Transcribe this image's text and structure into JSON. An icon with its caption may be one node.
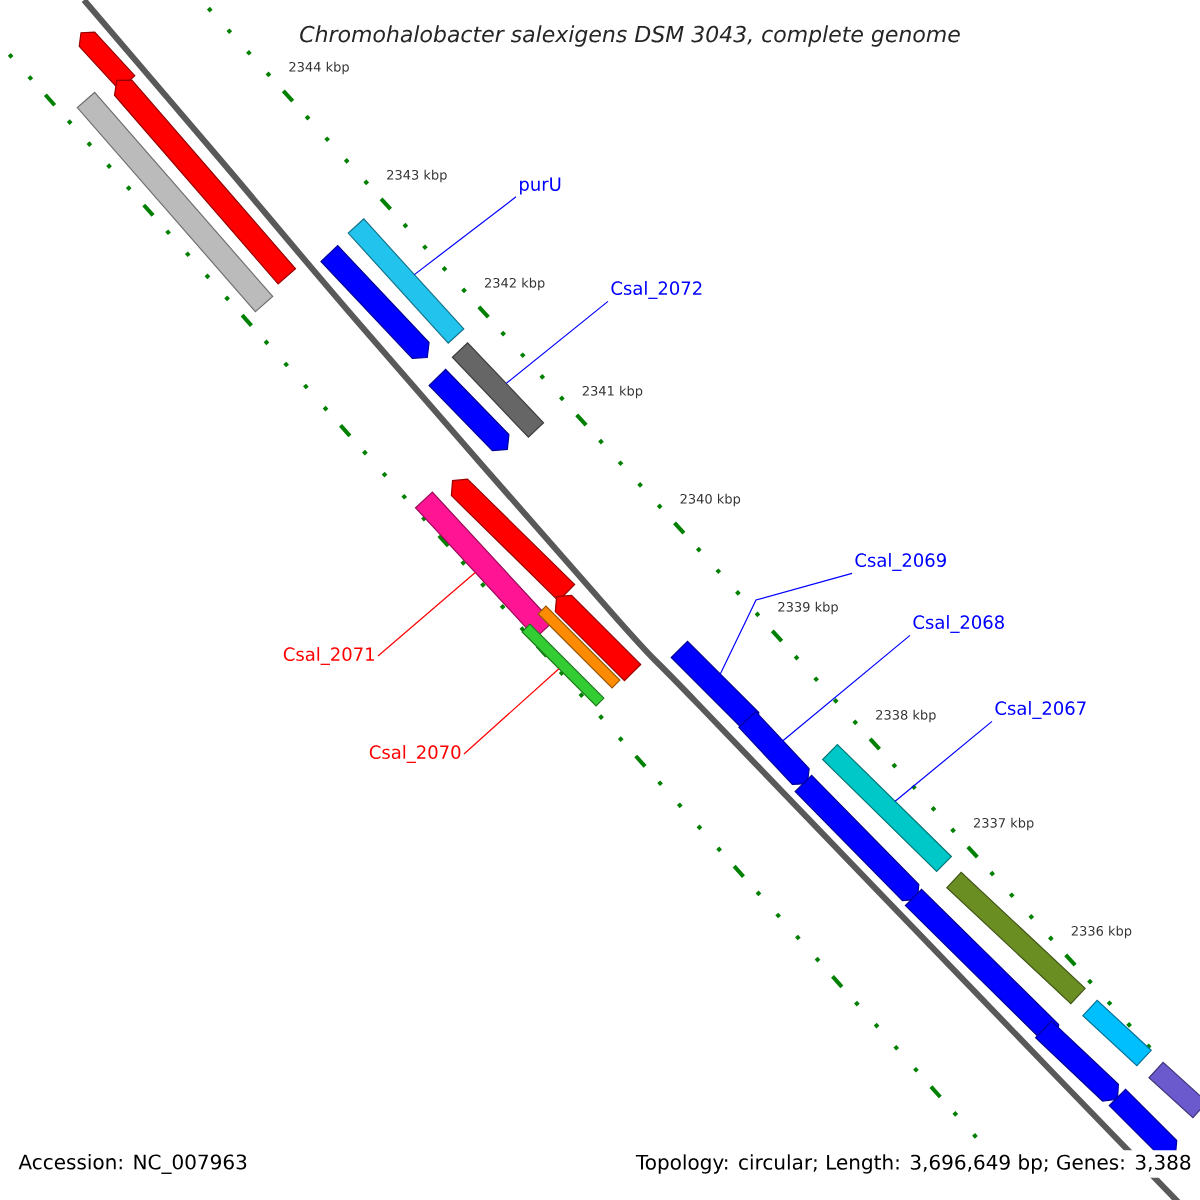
{
  "diagram": {
    "title": "Chromohalobacter salexigens DSM 3043, complete genome",
    "nodes": [
      {
        "text": [],
        "shape": "pentagon"
      },
      {
        "text": [],
        "shape": "pentagon"
      },
      {
        "text": [],
        "shape": "bar"
      },
      {
        "text": [],
        "shape": "bar"
      },
      {
        "text": [],
        "shape": "pentagon"
      },
      {
        "text": [],
        "shape": "bar"
      },
      {
        "text": [],
        "shape": "pentagon"
      },
      {
        "text": [],
        "shape": "bar"
      },
      {
        "text": [],
        "shape": "pentagon"
      },
      {
        "text": [],
        "shape": "pentagon"
      },
      {
        "text": [],
        "shape": "bar"
      },
      {
        "text": [],
        "shape": "bar"
      },
      {
        "text": [],
        "shape": "pentagon"
      },
      {
        "text": [],
        "shape": "pentagon"
      },
      {
        "text": [],
        "shape": "bar"
      },
      {
        "text": [],
        "shape": "pentagon"
      },
      {
        "text": [],
        "shape": "bar"
      },
      {
        "text": [],
        "shape": "pentagon"
      },
      {
        "text": [],
        "shape": "bar"
      },
      {
        "text": [],
        "shape": "pentagon"
      },
      {
        "text": [],
        "shape": "bar"
      },
      {
        "text": [],
        "shape": "pentagon"
      },
      {
        "text": [
          "purU"
        ]
      },
      {
        "text": [
          "Csal_2072"
        ]
      },
      {
        "text": [
          "Csal_2069"
        ]
      },
      {
        "text": [
          "Csal_2068"
        ]
      },
      {
        "text": [
          "Csal_2067"
        ]
      },
      {
        "text": [
          "Csal_2071"
        ]
      },
      {
        "text": [
          "Csal_2070"
        ]
      }
    ],
    "edges": [
      {
        "from": 22,
        "to": 3,
        "arrow": "none"
      },
      {
        "from": 23,
        "to": 5,
        "arrow": "none"
      },
      {
        "from": 24,
        "to": 12,
        "arrow": "none"
      },
      {
        "from": 25,
        "to": 13,
        "arrow": "none"
      },
      {
        "from": 26,
        "to": 14,
        "arrow": "none"
      },
      {
        "from": 27,
        "to": 7,
        "arrow": "none",
        "color": "#ff0000"
      },
      {
        "from": 28,
        "to": 11,
        "arrow": "none",
        "color": "#ff0000"
      }
    ],
    "labels": [
      "2344 kbp",
      "2343 kbp",
      "2342 kbp",
      "2341 kbp",
      "2340 kbp",
      "2339 kbp",
      "2338 kbp",
      "2337 kbp",
      "2336 kbp",
      "Accession: NC_007963",
      "Topology: circular; Length: 3,696,649 bp; Genes: 3,388"
    ]
  }
}
